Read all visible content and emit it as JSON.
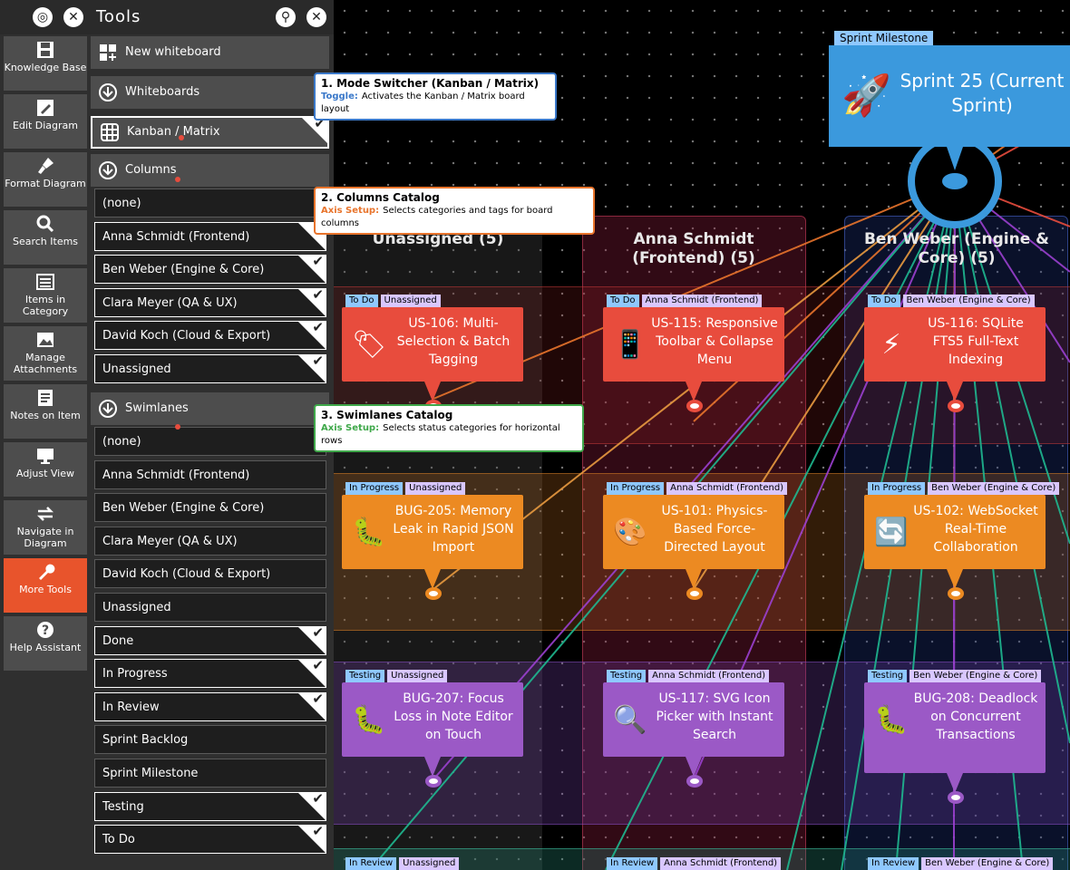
{
  "sidebar": {
    "title": "Tools",
    "nav": [
      {
        "label": "Knowledge Base",
        "icon": "save-icon"
      },
      {
        "label": "Edit Diagram",
        "icon": "pencil-icon"
      },
      {
        "label": "Format Diagram",
        "icon": "brush-icon"
      },
      {
        "label": "Search Items",
        "icon": "search-icon"
      },
      {
        "label": "Items in Category",
        "icon": "list-icon"
      },
      {
        "label": "Manage Attachments",
        "icon": "image-icon"
      },
      {
        "label": "Notes on Item",
        "icon": "notes-icon"
      },
      {
        "label": "Adjust View",
        "icon": "monitor-icon"
      },
      {
        "label": "Navigate in Diagram",
        "icon": "arrows-icon"
      },
      {
        "label": "More Tools",
        "icon": "wrench-icon",
        "active": true
      },
      {
        "label": "Help Assistant",
        "icon": "help-icon"
      }
    ]
  },
  "panel": {
    "new_whiteboard": "New whiteboard",
    "whiteboards": "Whiteboards",
    "kanban": "Kanban / Matrix",
    "columns_header": "Columns",
    "columns": [
      {
        "label": "(none)",
        "checked": false
      },
      {
        "label": "Anna Schmidt (Frontend)",
        "checked": true
      },
      {
        "label": "Ben Weber (Engine & Core)",
        "checked": true
      },
      {
        "label": "Clara Meyer (QA & UX)",
        "checked": true
      },
      {
        "label": "David Koch (Cloud & Export)",
        "checked": true
      },
      {
        "label": "Unassigned",
        "checked": true
      }
    ],
    "swimlanes_header": "Swimlanes",
    "swimlanes": [
      {
        "label": "(none)",
        "checked": false
      },
      {
        "label": "Anna Schmidt (Frontend)",
        "checked": false
      },
      {
        "label": "Ben Weber (Engine & Core)",
        "checked": false
      },
      {
        "label": "Clara Meyer (QA & UX)",
        "checked": false
      },
      {
        "label": "David Koch (Cloud & Export)",
        "checked": false
      },
      {
        "label": "Unassigned",
        "checked": false
      },
      {
        "label": "Done",
        "checked": true
      },
      {
        "label": "In Progress",
        "checked": true
      },
      {
        "label": "In Review",
        "checked": true
      },
      {
        "label": "Sprint Backlog",
        "checked": false
      },
      {
        "label": "Sprint Milestone",
        "checked": false
      },
      {
        "label": "Testing",
        "checked": true
      },
      {
        "label": "To Do",
        "checked": true
      }
    ]
  },
  "callouts": [
    {
      "title": "1. Mode Switcher (Kanban / Matrix)",
      "kind": "Toggle:",
      "desc": "Activates the Kanban / Matrix board layout",
      "color": "#3a78c9"
    },
    {
      "title": "2. Columns Catalog",
      "kind": "Axis Setup:",
      "desc": "Selects categories and tags for board columns",
      "color": "#e8742c"
    },
    {
      "title": "3. Swimlanes Catalog",
      "kind": "Axis Setup:",
      "desc": "Selects status categories for horizontal rows",
      "color": "#3fa84a"
    }
  ],
  "board": {
    "milestone_tag": "Sprint Milestone",
    "milestone": "Sprint 25 (Current Sprint)",
    "column_heads": [
      "Unassigned (5)",
      "Anna Schmidt (Frontend) (5)",
      "Ben Weber (Engine & Core) (5)"
    ],
    "cards": [
      {
        "status": "To Do",
        "owner": "Unassigned",
        "title": "US-106: Multi-Selection & Batch Tagging",
        "icon": "tag-icon",
        "color": "#e84c3d"
      },
      {
        "status": "To Do",
        "owner": "Anna Schmidt (Frontend)",
        "title": "US-115: Responsive Toolbar & Collapse Menu",
        "icon": "phone-icon",
        "color": "#e84c3d"
      },
      {
        "status": "To Do",
        "owner": "Ben Weber (Engine & Core)",
        "title": "US-116: SQLite FTS5 Full-Text Indexing",
        "icon": "lightning-icon",
        "color": "#e84c3d"
      },
      {
        "status": "In Progress",
        "owner": "Unassigned",
        "title": "BUG-205: Memory Leak in Rapid JSON Import",
        "icon": "bug-icon",
        "color": "#ec8a22"
      },
      {
        "status": "In Progress",
        "owner": "Anna Schmidt (Frontend)",
        "title": "US-101: Physics-Based Force-Directed Layout",
        "icon": "palette-icon",
        "color": "#ec8a22"
      },
      {
        "status": "In Progress",
        "owner": "Ben Weber (Engine & Core)",
        "title": "US-102: WebSocket Real-Time Collaboration",
        "icon": "sync-icon",
        "color": "#ec8a22"
      },
      {
        "status": "Testing",
        "owner": "Unassigned",
        "title": "BUG-207: Focus Loss in Note Editor on Touch",
        "icon": "bug-icon",
        "color": "#9b59c6"
      },
      {
        "status": "Testing",
        "owner": "Anna Schmidt (Frontend)",
        "title": "US-117: SVG Icon Picker with Instant Search",
        "icon": "magnifier-icon",
        "color": "#9b59c6"
      },
      {
        "status": "Testing",
        "owner": "Ben Weber (Engine & Core)",
        "title": "BUG-208: Deadlock on Concurrent Transactions",
        "icon": "bug-icon",
        "color": "#9b59c6"
      }
    ],
    "bottom_tags": [
      {
        "status": "In Review",
        "owner": "Unassigned"
      },
      {
        "status": "In Review",
        "owner": "Anna Schmidt (Frontend)"
      },
      {
        "status": "In Review",
        "owner": "Ben Weber (Engine & Core)"
      }
    ]
  }
}
